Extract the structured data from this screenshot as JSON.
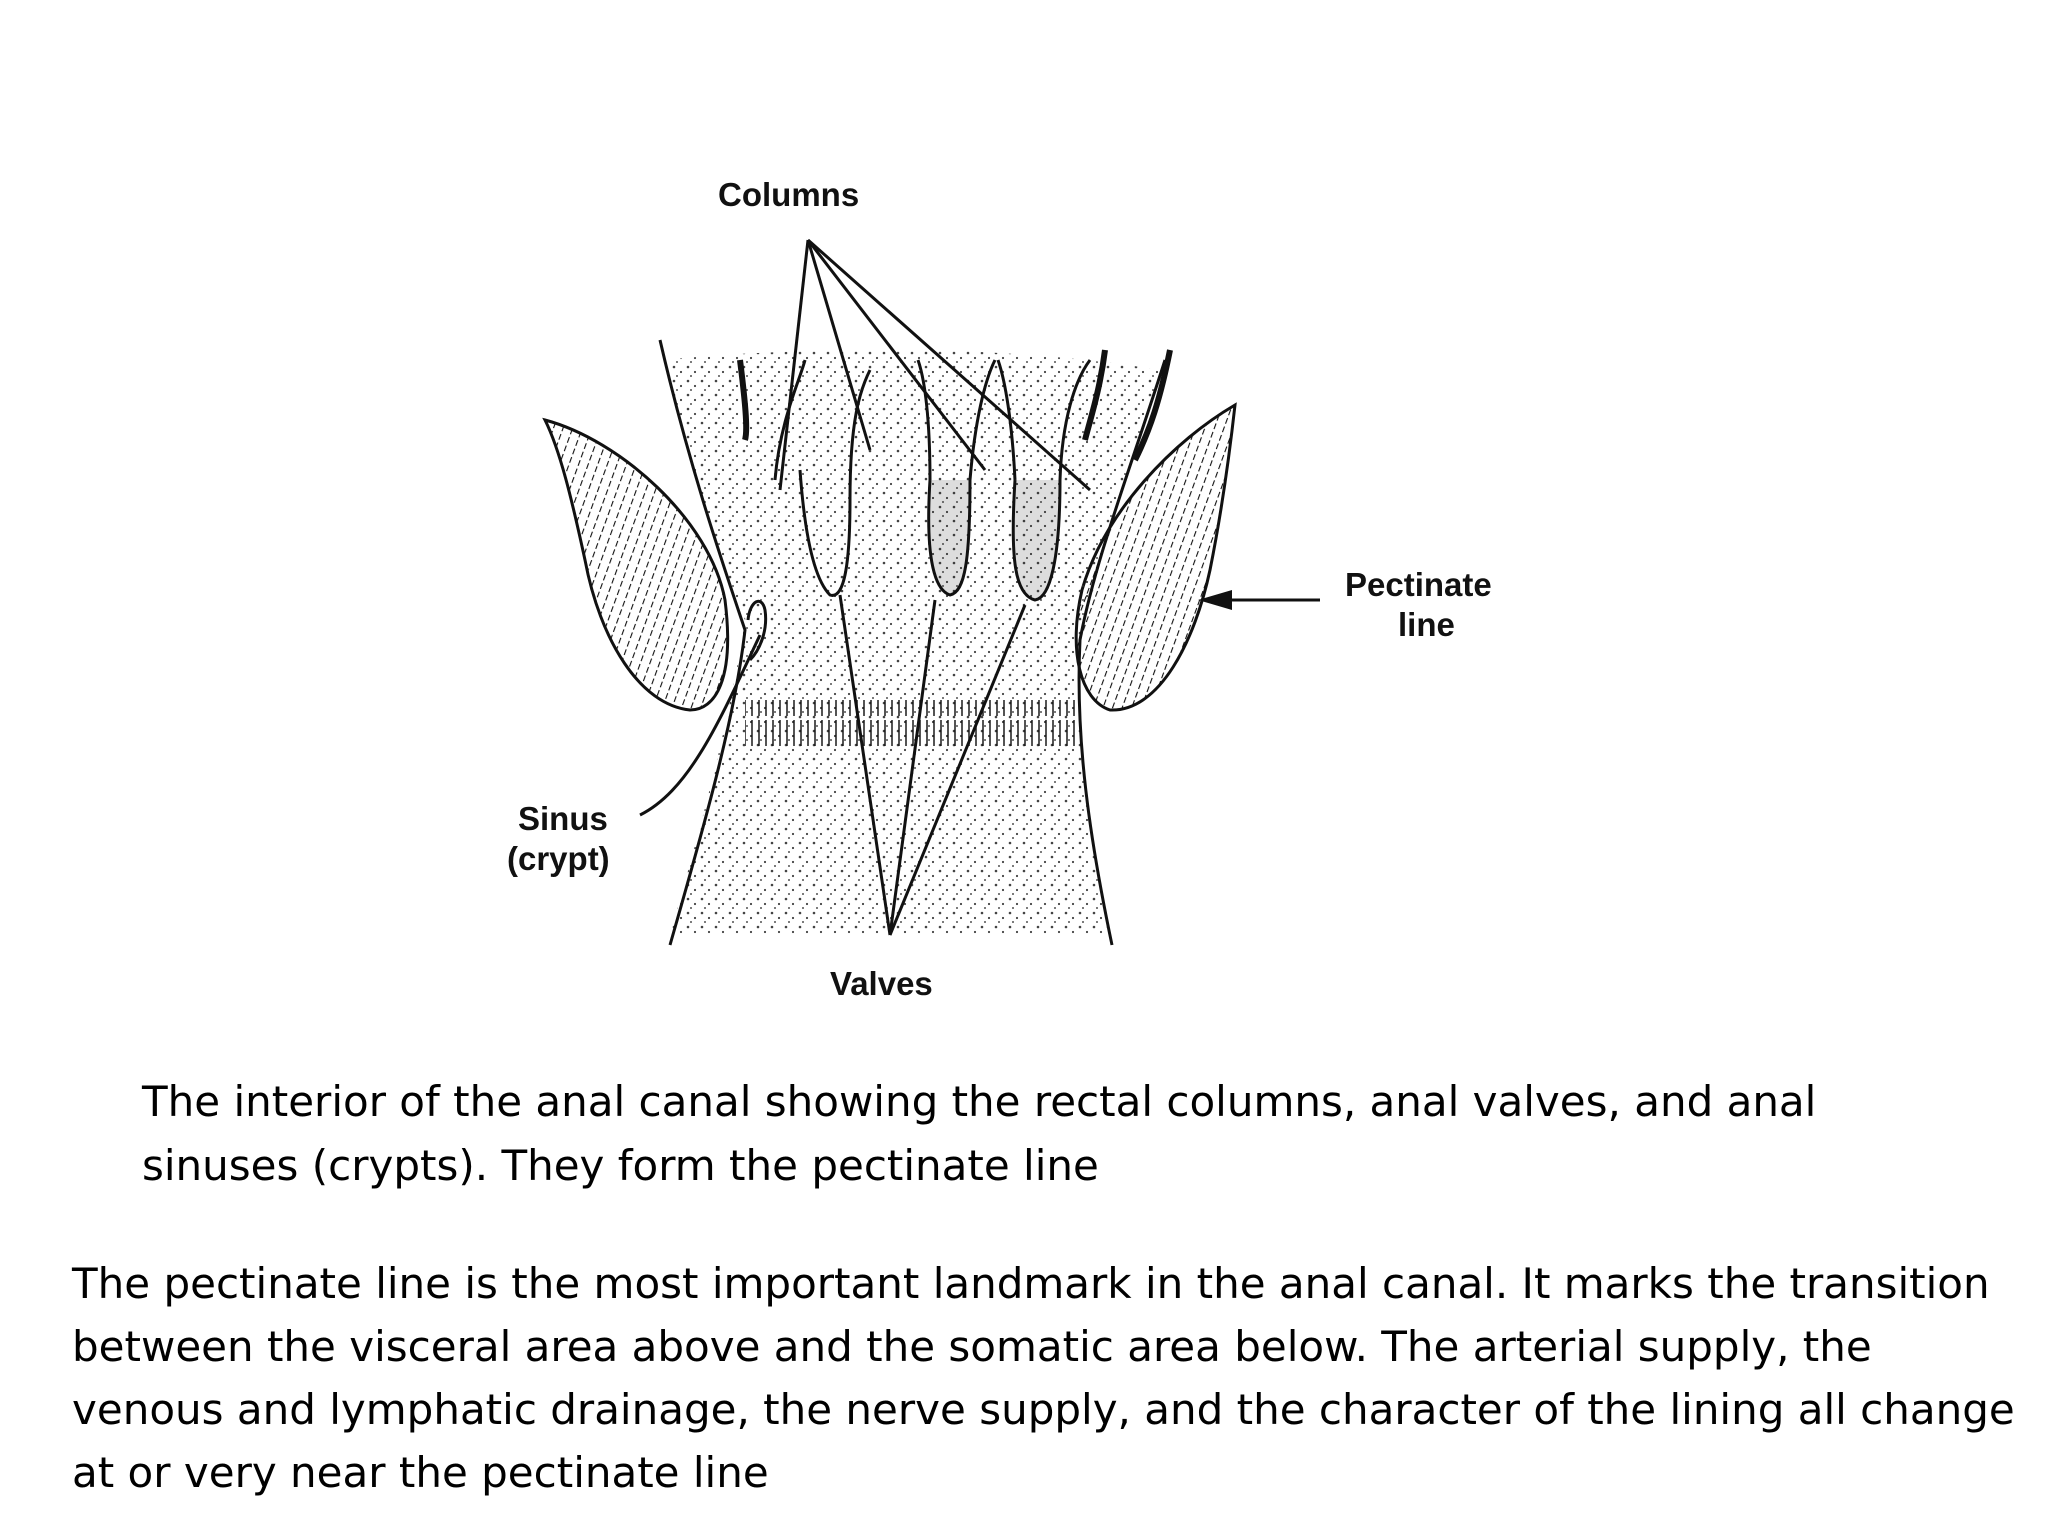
{
  "diagram": {
    "labels": {
      "columns": "Columns",
      "pectinate_line_1": "Pectinate",
      "pectinate_line_2": "line",
      "sinus_1": "Sinus",
      "sinus_2": "(crypt)",
      "valves": "Valves"
    }
  },
  "caption": "The interior of the anal canal showing the rectal columns, anal valves, and anal sinuses (crypts). They form the pectinate line",
  "body_text": "The pectinate line is the most important landmark in the anal canal. It marks the transition between the visceral area above and the somatic area below. The arterial supply, the venous and lymphatic drainage, the nerve supply, and the character of the lining all change at or very near the pectinate line"
}
